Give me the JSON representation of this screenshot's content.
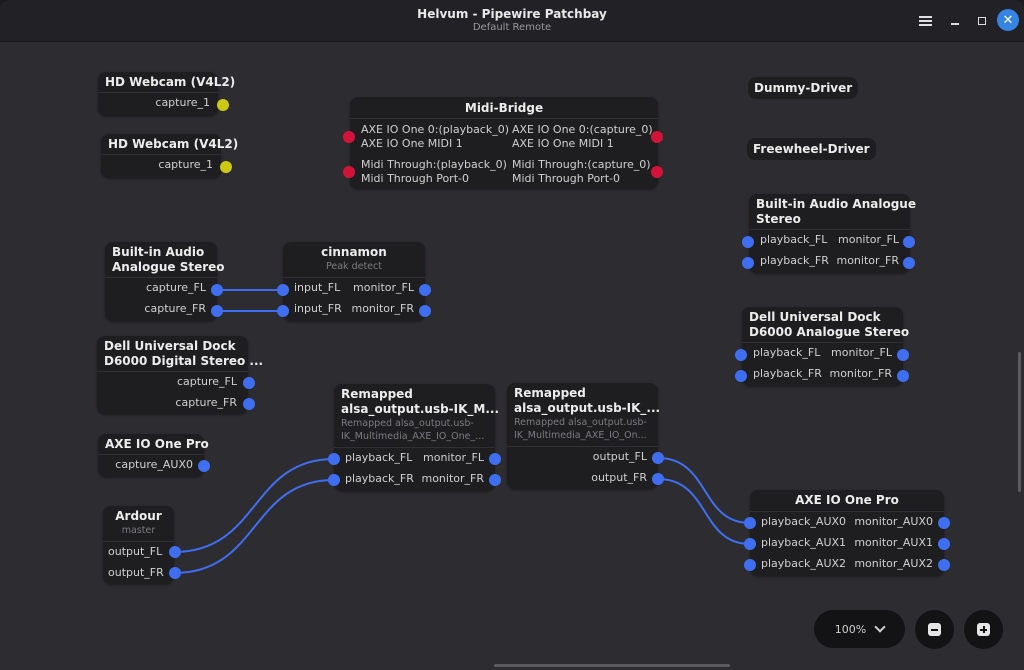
{
  "window": {
    "title": "Helvum - Pipewire Patchbay",
    "subtitle": "Default Remote",
    "menu_icon": "hamburger-menu-icon",
    "minimize_icon": "minimize-icon",
    "maximize_icon": "maximize-icon",
    "close_icon": "close-icon",
    "close_glyph": "✕",
    "accent_color": "#3584e4"
  },
  "port_colors": {
    "audio": "#3f6ff0",
    "video": "#cdc913",
    "midi": "#d3143a"
  },
  "nodes": {
    "webcam1": {
      "title": "HD Webcam (V4L2)",
      "outputs": [
        "capture_1"
      ]
    },
    "webcam2": {
      "title": "HD Webcam (V4L2)",
      "outputs": [
        "capture_1"
      ]
    },
    "midi_bridge": {
      "title": "Midi-Bridge",
      "inputs": [
        {
          "line1": "AXE IO One 0:(playback_0)",
          "line2": "AXE IO One MIDI 1"
        },
        {
          "line1": "Midi Through:(playback_0)",
          "line2": "Midi Through Port-0"
        }
      ],
      "outputs": [
        {
          "line1": "AXE IO One 0:(capture_0)",
          "line2": "AXE IO One MIDI 1"
        },
        {
          "line1": "Midi Through:(capture_0)",
          "line2": "Midi Through Port-0"
        }
      ]
    },
    "dummy_driver": {
      "title": "Dummy-Driver"
    },
    "freewheel_driver": {
      "title": "Freewheel-Driver"
    },
    "builtin_sink": {
      "title_line1": "Built-in Audio Analogue",
      "title_line2": "Stereo",
      "inputs": [
        "playback_FL",
        "playback_FR"
      ],
      "outputs": [
        "monitor_FL",
        "monitor_FR"
      ]
    },
    "builtin_source": {
      "title_line1": "Built-in Audio",
      "title_line2": "Analogue Stereo",
      "outputs": [
        "capture_FL",
        "capture_FR"
      ]
    },
    "cinnamon": {
      "title": "cinnamon",
      "subtitle": "Peak detect",
      "inputs": [
        "input_FL",
        "input_FR"
      ],
      "outputs": [
        "monitor_FL",
        "monitor_FR"
      ]
    },
    "dell_digital": {
      "title_line1": "Dell Universal Dock",
      "title_line2": "D6000 Digital Stereo ...",
      "outputs": [
        "capture_FL",
        "capture_FR"
      ]
    },
    "dell_analogue": {
      "title_line1": "Dell Universal Dock",
      "title_line2": "D6000 Analogue Stereo",
      "inputs": [
        "playback_FL",
        "playback_FR"
      ],
      "outputs": [
        "monitor_FL",
        "monitor_FR"
      ]
    },
    "axe_source": {
      "title": "AXE IO One Pro",
      "outputs": [
        "capture_AUX0"
      ]
    },
    "remapped_sink": {
      "title_line1": "Remapped",
      "title_line2": "alsa_output.usb-IK_M...",
      "sub_line1": "Remapped alsa_output.usb-",
      "sub_line2": "IK_Multimedia_AXE_IO_One_...",
      "inputs": [
        "playback_FL",
        "playback_FR"
      ],
      "outputs": [
        "monitor_FL",
        "monitor_FR"
      ]
    },
    "remapped_source": {
      "title_line1": "Remapped",
      "title_line2": "alsa_output.usb-IK_...",
      "sub_line1": "Remapped alsa_output.usb-",
      "sub_line2": "IK_Multimedia_AXE_IO_On...",
      "outputs": [
        "output_FL",
        "output_FR"
      ]
    },
    "ardour": {
      "title": "Ardour",
      "subtitle": "master",
      "outputs": [
        "output_FL",
        "output_FR"
      ]
    },
    "axe_sink": {
      "title": "AXE IO One Pro",
      "inputs": [
        "playback_AUX0",
        "playback_AUX1",
        "playback_AUX2"
      ],
      "outputs": [
        "monitor_AUX0",
        "monitor_AUX1",
        "monitor_AUX2"
      ]
    }
  },
  "links": [
    {
      "from": "Built-in Audio Analogue Stereo:capture_FL",
      "to": "cinnamon:input_FL"
    },
    {
      "from": "Built-in Audio Analogue Stereo:capture_FR",
      "to": "cinnamon:input_FR"
    },
    {
      "from": "Ardour:output_FL",
      "to": "Remapped alsa_output:playback_FL"
    },
    {
      "from": "Ardour:output_FR",
      "to": "Remapped alsa_output:playback_FR"
    },
    {
      "from": "Remapped alsa_output:output_FL",
      "to": "AXE IO One Pro:playback_AUX0"
    },
    {
      "from": "Remapped alsa_output:output_FR",
      "to": "AXE IO One Pro:playback_AUX1"
    }
  ],
  "zoom_controls": {
    "zoom_level": "100%",
    "zoom_out_icon": "zoom-out-icon",
    "zoom_in_icon": "zoom-in-icon"
  }
}
